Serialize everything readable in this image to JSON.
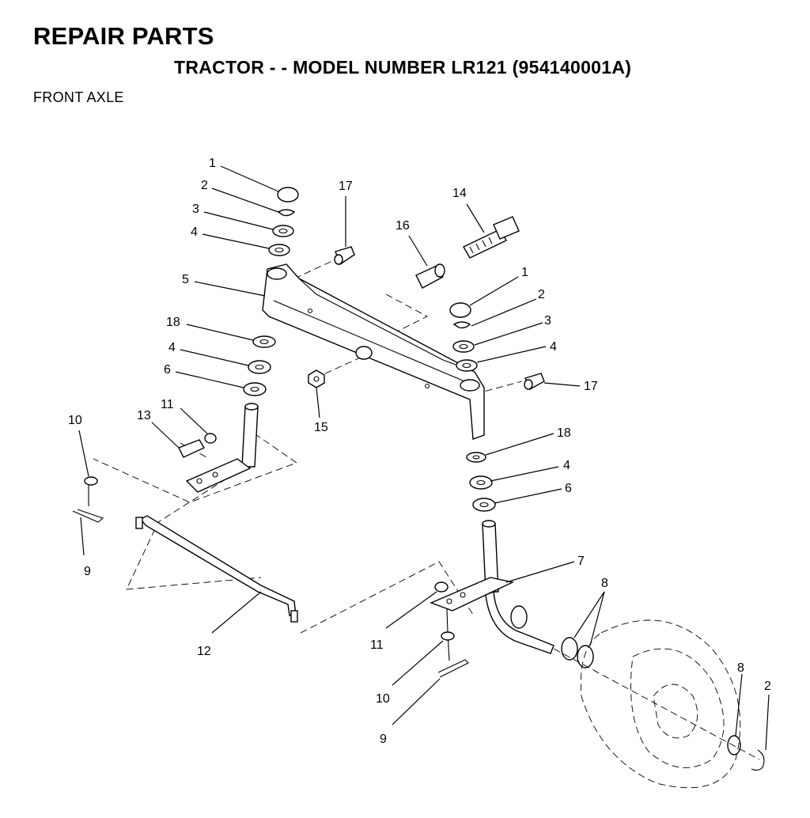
{
  "header": {
    "title": "REPAIR PARTS",
    "subtitle": "TRACTOR - - MODEL NUMBER LR121 (954140001A)",
    "section": "FRONT AXLE"
  },
  "callouts": {
    "c1a": "1",
    "c2a": "2",
    "c3a": "3",
    "c4a": "4",
    "c5": "5",
    "c18a": "18",
    "c4b": "4",
    "c6a": "6",
    "c17a": "17",
    "c16": "16",
    "c14": "14",
    "c1b": "1",
    "c2b": "2",
    "c3b": "3",
    "c4c": "4",
    "c17b": "17",
    "c15": "15",
    "c11a": "11",
    "c13": "13",
    "c10a": "10",
    "c9a": "9",
    "c18b": "18",
    "c4d": "4",
    "c6b": "6",
    "c7": "7",
    "c8a": "8",
    "c12": "12",
    "c11b": "11",
    "c10b": "10",
    "c9b": "9",
    "c8b": "8",
    "c2c": "2"
  }
}
